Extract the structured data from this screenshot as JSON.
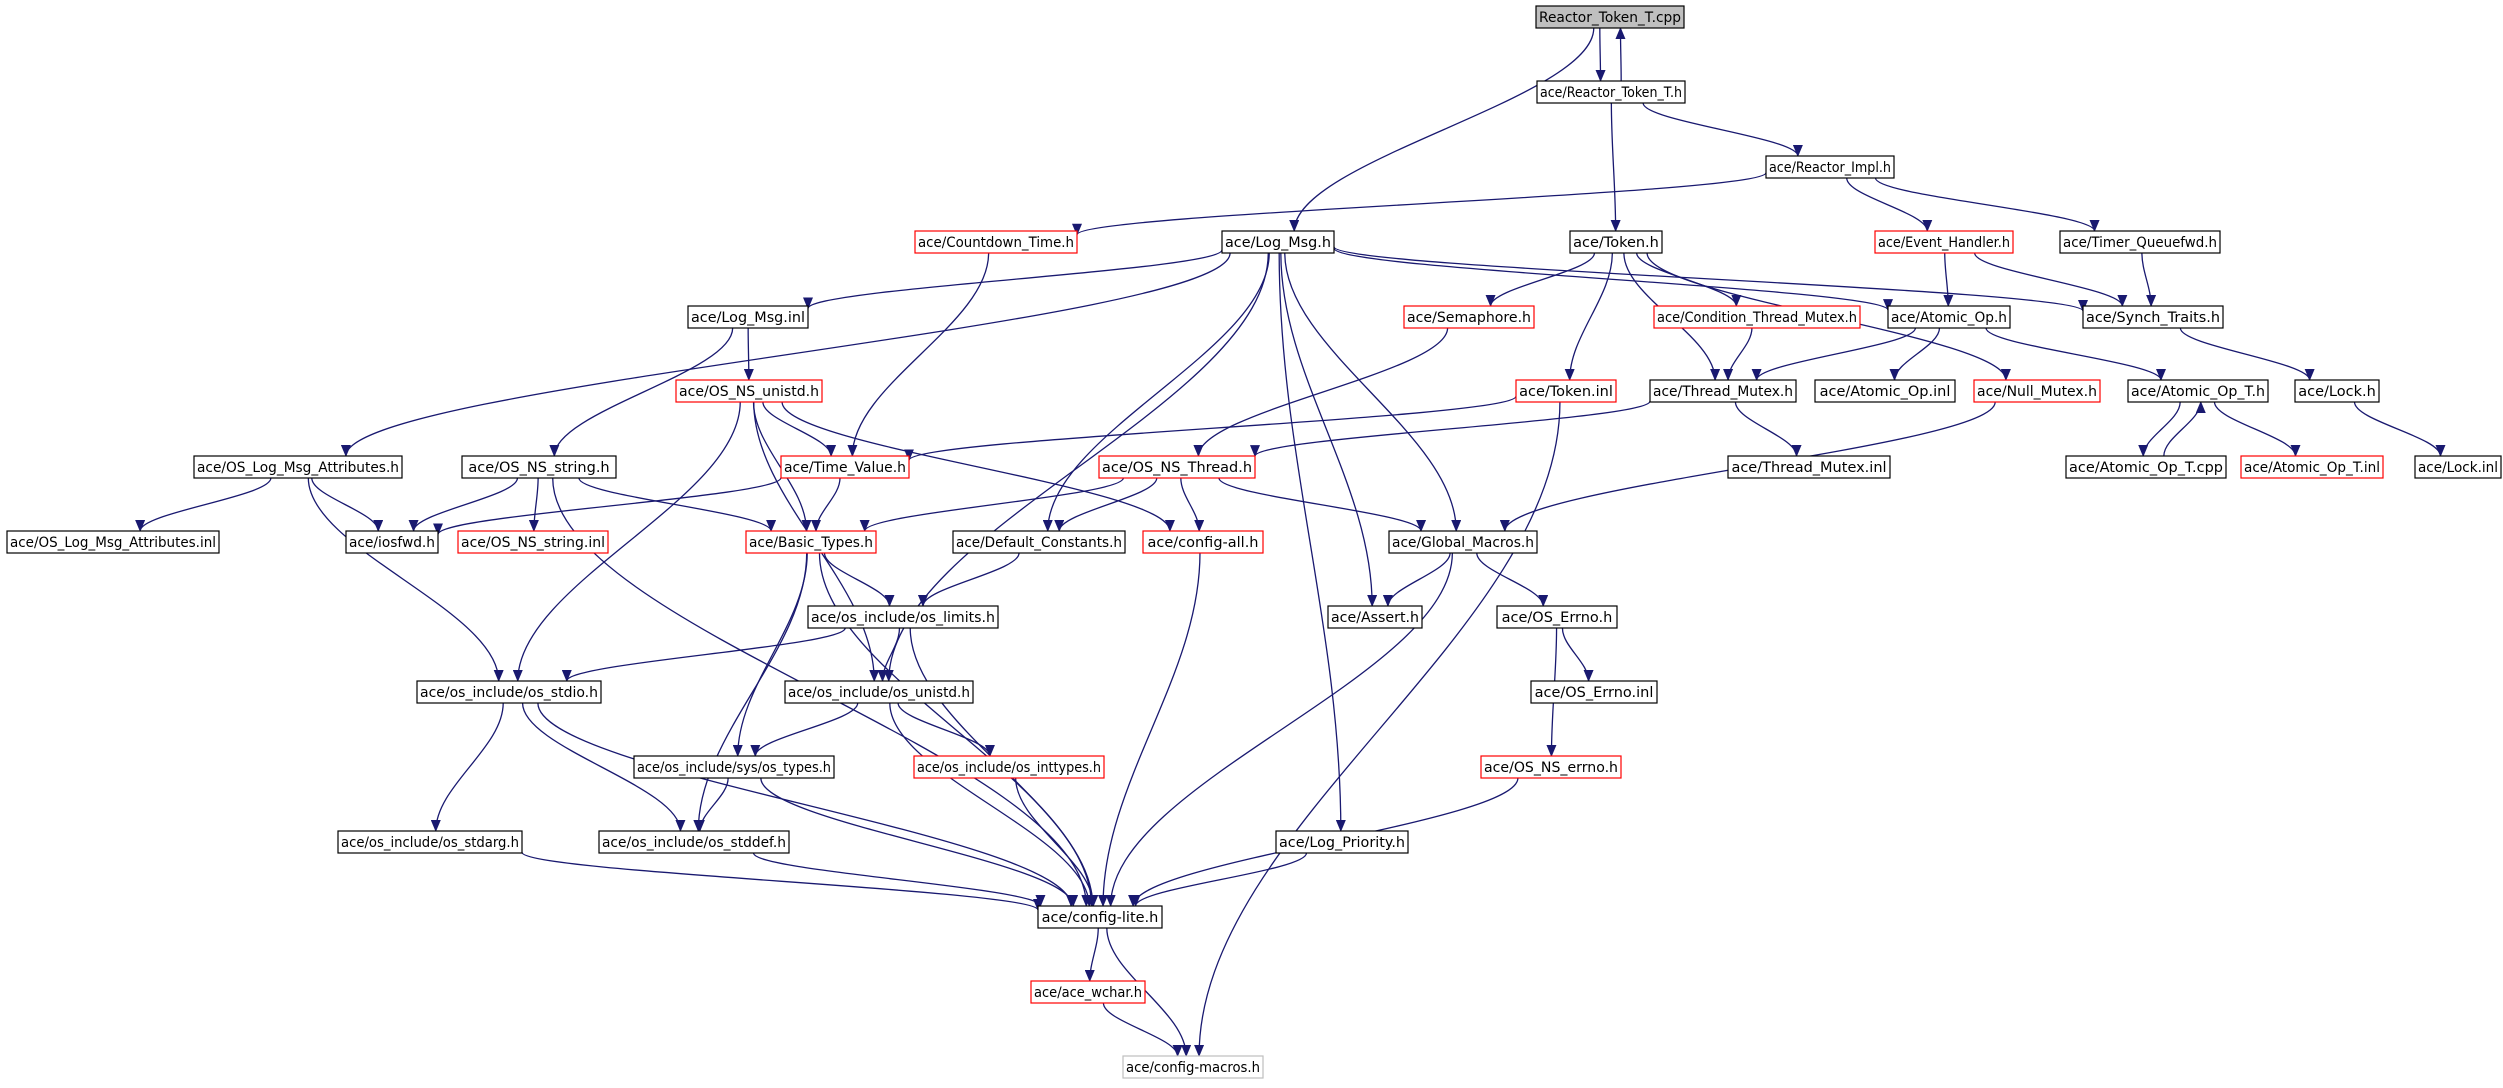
{
  "graph": {
    "colors": {
      "edge": "#191970",
      "border_default": "#000000",
      "border_truncated": "#ff0000",
      "border_external": "#bfbfbf",
      "root_fill": "#bfbfbf"
    },
    "nodes": [
      {
        "id": "n_root",
        "label": "Reactor_Token_T.cpp",
        "kind": "root"
      },
      {
        "id": "n_rtt_h",
        "label": "ace/Reactor_Token_T.h",
        "kind": "normal"
      },
      {
        "id": "n_rimpl",
        "label": "ace/Reactor_Impl.h",
        "kind": "normal"
      },
      {
        "id": "n_countdown",
        "label": "ace/Countdown_Time.h",
        "kind": "truncated"
      },
      {
        "id": "n_logmsg",
        "label": "ace/Log_Msg.h",
        "kind": "normal"
      },
      {
        "id": "n_token",
        "label": "ace/Token.h",
        "kind": "normal"
      },
      {
        "id": "n_evh",
        "label": "ace/Event_Handler.h",
        "kind": "truncated"
      },
      {
        "id": "n_tqfwd",
        "label": "ace/Timer_Queuefwd.h",
        "kind": "normal"
      },
      {
        "id": "n_logmsginl",
        "label": "ace/Log_Msg.inl",
        "kind": "normal"
      },
      {
        "id": "n_sema",
        "label": "ace/Semaphore.h",
        "kind": "truncated"
      },
      {
        "id": "n_ctm",
        "label": "ace/Condition_Thread_Mutex.h",
        "kind": "truncated"
      },
      {
        "id": "n_atomic",
        "label": "ace/Atomic_Op.h",
        "kind": "normal"
      },
      {
        "id": "n_synch",
        "label": "ace/Synch_Traits.h",
        "kind": "normal"
      },
      {
        "id": "n_unistd",
        "label": "ace/OS_NS_unistd.h",
        "kind": "truncated"
      },
      {
        "id": "n_tokeninl",
        "label": "ace/Token.inl",
        "kind": "truncated"
      },
      {
        "id": "n_tmutex",
        "label": "ace/Thread_Mutex.h",
        "kind": "normal"
      },
      {
        "id": "n_atomicinl",
        "label": "ace/Atomic_Op.inl",
        "kind": "normal"
      },
      {
        "id": "n_nullmutex",
        "label": "ace/Null_Mutex.h",
        "kind": "truncated"
      },
      {
        "id": "n_atomict",
        "label": "ace/Atomic_Op_T.h",
        "kind": "normal"
      },
      {
        "id": "n_lock",
        "label": "ace/Lock.h",
        "kind": "normal"
      },
      {
        "id": "n_oslma",
        "label": "ace/OS_Log_Msg_Attributes.h",
        "kind": "normal"
      },
      {
        "id": "n_osstring",
        "label": "ace/OS_NS_string.h",
        "kind": "normal"
      },
      {
        "id": "n_timevalue",
        "label": "ace/Time_Value.h",
        "kind": "truncated"
      },
      {
        "id": "n_osthread",
        "label": "ace/OS_NS_Thread.h",
        "kind": "truncated"
      },
      {
        "id": "n_tmutexinl",
        "label": "ace/Thread_Mutex.inl",
        "kind": "normal"
      },
      {
        "id": "n_atomictcpp",
        "label": "ace/Atomic_Op_T.cpp",
        "kind": "normal"
      },
      {
        "id": "n_atomictinl",
        "label": "ace/Atomic_Op_T.inl",
        "kind": "truncated"
      },
      {
        "id": "n_lockinl",
        "label": "ace/Lock.inl",
        "kind": "normal"
      },
      {
        "id": "n_oslmainl",
        "label": "ace/OS_Log_Msg_Attributes.inl",
        "kind": "normal"
      },
      {
        "id": "n_iosfwd",
        "label": "ace/iosfwd.h",
        "kind": "normal"
      },
      {
        "id": "n_osstringinl",
        "label": "ace/OS_NS_string.inl",
        "kind": "truncated"
      },
      {
        "id": "n_basic",
        "label": "ace/Basic_Types.h",
        "kind": "truncated"
      },
      {
        "id": "n_defconst",
        "label": "ace/Default_Constants.h",
        "kind": "normal"
      },
      {
        "id": "n_configall",
        "label": "ace/config-all.h",
        "kind": "truncated"
      },
      {
        "id": "n_globalm",
        "label": "ace/Global_Macros.h",
        "kind": "normal"
      },
      {
        "id": "n_oslimits",
        "label": "ace/os_include/os_limits.h",
        "kind": "normal"
      },
      {
        "id": "n_assert",
        "label": "ace/Assert.h",
        "kind": "normal"
      },
      {
        "id": "n_oserrno",
        "label": "ace/OS_Errno.h",
        "kind": "normal"
      },
      {
        "id": "n_osstdio",
        "label": "ace/os_include/os_stdio.h",
        "kind": "normal"
      },
      {
        "id": "n_osunistd",
        "label": "ace/os_include/os_unistd.h",
        "kind": "normal"
      },
      {
        "id": "n_oserrnoinl",
        "label": "ace/OS_Errno.inl",
        "kind": "normal"
      },
      {
        "id": "n_ostypes",
        "label": "ace/os_include/sys/os_types.h",
        "kind": "normal"
      },
      {
        "id": "n_inttypes",
        "label": "ace/os_include/os_inttypes.h",
        "kind": "truncated"
      },
      {
        "id": "n_nserrno",
        "label": "ace/OS_NS_errno.h",
        "kind": "truncated"
      },
      {
        "id": "n_stdarg",
        "label": "ace/os_include/os_stdarg.h",
        "kind": "normal"
      },
      {
        "id": "n_stddef",
        "label": "ace/os_include/os_stddef.h",
        "kind": "normal"
      },
      {
        "id": "n_logprio",
        "label": "ace/Log_Priority.h",
        "kind": "normal"
      },
      {
        "id": "n_configlite",
        "label": "ace/config-lite.h",
        "kind": "normal"
      },
      {
        "id": "n_wchar",
        "label": "ace/ace_wchar.h",
        "kind": "truncated"
      },
      {
        "id": "n_macros",
        "label": "ace/config-macros.h",
        "kind": "external"
      }
    ],
    "edges": [
      [
        "n_root",
        "n_rtt_h"
      ],
      [
        "n_root",
        "n_logmsg"
      ],
      [
        "n_rtt_h",
        "n_root"
      ],
      [
        "n_rtt_h",
        "n_rimpl"
      ],
      [
        "n_rtt_h",
        "n_token"
      ],
      [
        "n_rimpl",
        "n_countdown"
      ],
      [
        "n_rimpl",
        "n_evh"
      ],
      [
        "n_rimpl",
        "n_tqfwd"
      ],
      [
        "n_countdown",
        "n_timevalue"
      ],
      [
        "n_logmsg",
        "n_logmsginl"
      ],
      [
        "n_logmsg",
        "n_oslma"
      ],
      [
        "n_logmsg",
        "n_atomic"
      ],
      [
        "n_logmsg",
        "n_synch"
      ],
      [
        "n_logmsg",
        "n_osunistd"
      ],
      [
        "n_logmsg",
        "n_defconst"
      ],
      [
        "n_logmsg",
        "n_globalm"
      ],
      [
        "n_logmsg",
        "n_assert"
      ],
      [
        "n_logmsg",
        "n_logprio"
      ],
      [
        "n_token",
        "n_sema"
      ],
      [
        "n_token",
        "n_ctm"
      ],
      [
        "n_token",
        "n_tokeninl"
      ],
      [
        "n_token",
        "n_tmutex"
      ],
      [
        "n_token",
        "n_nullmutex"
      ],
      [
        "n_evh",
        "n_atomic"
      ],
      [
        "n_evh",
        "n_synch"
      ],
      [
        "n_tqfwd",
        "n_synch"
      ],
      [
        "n_logmsginl",
        "n_unistd"
      ],
      [
        "n_logmsginl",
        "n_osstring"
      ],
      [
        "n_sema",
        "n_osthread"
      ],
      [
        "n_ctm",
        "n_tmutex"
      ],
      [
        "n_atomic",
        "n_tmutex"
      ],
      [
        "n_atomic",
        "n_atomicinl"
      ],
      [
        "n_atomic",
        "n_atomict"
      ],
      [
        "n_synch",
        "n_lock"
      ],
      [
        "n_unistd",
        "n_timevalue"
      ],
      [
        "n_unistd",
        "n_basic"
      ],
      [
        "n_unistd",
        "n_configall"
      ],
      [
        "n_unistd",
        "n_osstdio"
      ],
      [
        "n_unistd",
        "n_osunistd"
      ],
      [
        "n_tokeninl",
        "n_timevalue"
      ],
      [
        "n_tokeninl",
        "n_macros"
      ],
      [
        "n_tmutex",
        "n_osthread"
      ],
      [
        "n_tmutex",
        "n_tmutexinl"
      ],
      [
        "n_nullmutex",
        "n_globalm"
      ],
      [
        "n_atomict",
        "n_atomictcpp"
      ],
      [
        "n_atomict",
        "n_atomictinl"
      ],
      [
        "n_atomictcpp",
        "n_atomict"
      ],
      [
        "n_lock",
        "n_lockinl"
      ],
      [
        "n_oslma",
        "n_oslmainl"
      ],
      [
        "n_oslma",
        "n_iosfwd"
      ],
      [
        "n_oslma",
        "n_osstdio"
      ],
      [
        "n_osstring",
        "n_iosfwd"
      ],
      [
        "n_osstring",
        "n_osstringinl"
      ],
      [
        "n_osstring",
        "n_basic"
      ],
      [
        "n_osstring",
        "n_configlite"
      ],
      [
        "n_timevalue",
        "n_basic"
      ],
      [
        "n_timevalue",
        "n_iosfwd"
      ],
      [
        "n_osthread",
        "n_basic"
      ],
      [
        "n_osthread",
        "n_defconst"
      ],
      [
        "n_osthread",
        "n_configall"
      ],
      [
        "n_osthread",
        "n_globalm"
      ],
      [
        "n_basic",
        "n_oslimits"
      ],
      [
        "n_basic",
        "n_ostypes"
      ],
      [
        "n_basic",
        "n_stddef"
      ],
      [
        "n_basic",
        "n_configlite"
      ],
      [
        "n_defconst",
        "n_oslimits"
      ],
      [
        "n_configall",
        "n_configlite"
      ],
      [
        "n_globalm",
        "n_assert"
      ],
      [
        "n_globalm",
        "n_oserrno"
      ],
      [
        "n_globalm",
        "n_configlite"
      ],
      [
        "n_oslimits",
        "n_osstdio"
      ],
      [
        "n_oslimits",
        "n_osunistd"
      ],
      [
        "n_oslimits",
        "n_configlite"
      ],
      [
        "n_oserrno",
        "n_oserrnoinl"
      ],
      [
        "n_oserrno",
        "n_nserrno"
      ],
      [
        "n_osstdio",
        "n_stdarg"
      ],
      [
        "n_osstdio",
        "n_stddef"
      ],
      [
        "n_osstdio",
        "n_configlite"
      ],
      [
        "n_osunistd",
        "n_ostypes"
      ],
      [
        "n_osunistd",
        "n_inttypes"
      ],
      [
        "n_osunistd",
        "n_configlite"
      ],
      [
        "n_ostypes",
        "n_stddef"
      ],
      [
        "n_ostypes",
        "n_configlite"
      ],
      [
        "n_inttypes",
        "n_configlite"
      ],
      [
        "n_nserrno",
        "n_configlite"
      ],
      [
        "n_stdarg",
        "n_configlite"
      ],
      [
        "n_stddef",
        "n_configlite"
      ],
      [
        "n_logprio",
        "n_configlite"
      ],
      [
        "n_configlite",
        "n_wchar"
      ],
      [
        "n_configlite",
        "n_macros"
      ],
      [
        "n_wchar",
        "n_macros"
      ]
    ]
  }
}
